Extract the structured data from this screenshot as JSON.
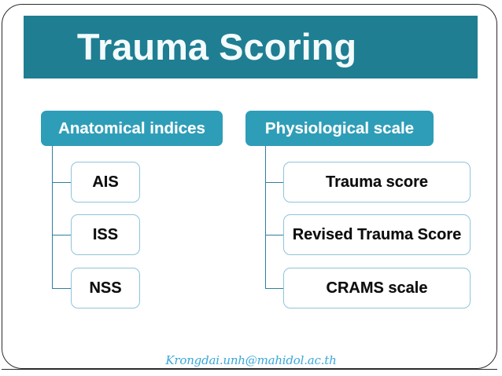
{
  "slide": {
    "title": "Trauma Scoring",
    "footer": "Krongdai.unh@mahidol.ac.th"
  },
  "colors": {
    "title_bar": "#1f7e92",
    "category_box": "#2e9db8",
    "leaf_border": "#8fc3dd",
    "connector": "#2f7f9c",
    "frame": "#2b2b2b",
    "footer_text": "#3aa8d8",
    "title_text": "#f4fbfd",
    "leaf_text": "#0d0d0d"
  },
  "columns": [
    {
      "heading": "Anatomical indices",
      "items": [
        {
          "label": "AIS"
        },
        {
          "label": "ISS"
        },
        {
          "label": "NSS"
        }
      ]
    },
    {
      "heading": "Physiological scale",
      "items": [
        {
          "label": "Trauma score"
        },
        {
          "label": "Revised Trauma Score"
        },
        {
          "label": "CRAMS scale"
        }
      ]
    }
  ]
}
